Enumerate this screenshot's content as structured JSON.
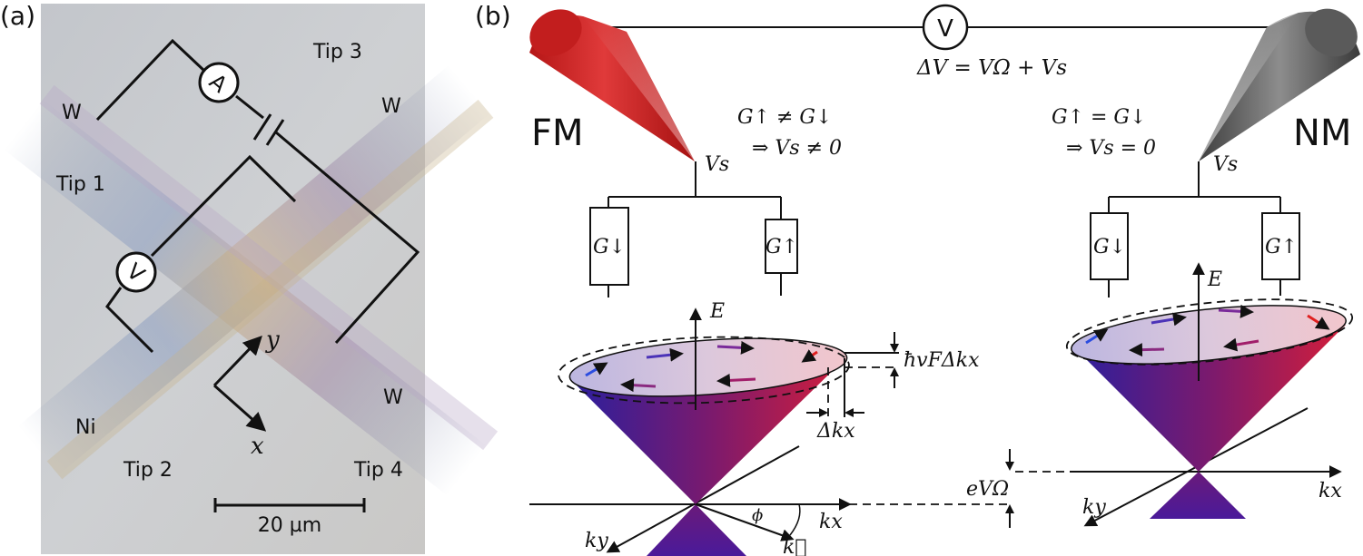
{
  "panel_a": {
    "label": "(a)",
    "labels": {
      "w1": "W",
      "w2": "W",
      "w3": "W",
      "tip1": "Tip 1",
      "tip2": "Tip 2",
      "tip3": "Tip 3",
      "tip4": "Tip 4",
      "ni": "Ni"
    },
    "ammeter": "A",
    "voltmeter": "V",
    "axis_x": "x",
    "axis_y": "y",
    "scale_bar": "20 µm"
  },
  "panel_b": {
    "label": "(b)",
    "voltmeter": "V",
    "delta_v": "ΔV = VΩ + Vs",
    "fm_label": "FM",
    "nm_label": "NM",
    "fm_condition_1": "G↑ ≠ G↓",
    "fm_condition_2": "⇒ Vs ≠ 0",
    "nm_condition_1": "G↑ = G↓",
    "nm_condition_2": "⇒ Vs = 0",
    "vs_left": "Vs",
    "vs_right": "Vs",
    "g_down_left": "G↓",
    "g_up_left": "G↑",
    "g_down_right": "G↓",
    "g_up_right": "G↑",
    "e_left": "E",
    "e_right": "E",
    "hvf": "ħvFΔkx",
    "dkx": "Δkx",
    "evo": "eVΩ",
    "kx_left": "kx",
    "ky_left": "ky",
    "kx_right": "kx",
    "ky_right": "ky",
    "phi": "ϕ",
    "kvec": "k⃗"
  },
  "colors": {
    "fm_tip": "#d42a2a",
    "nm_tip": "#808080",
    "cone_blue": "#2a1f9e",
    "cone_red": "#d41e3a"
  }
}
